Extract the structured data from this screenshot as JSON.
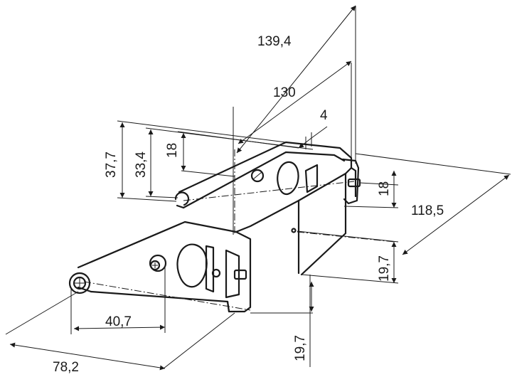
{
  "dimensions": [
    {
      "id": "overall-length",
      "label": "139,4"
    },
    {
      "id": "hole-spacing-length",
      "label": "130"
    },
    {
      "id": "offset",
      "label": "4"
    },
    {
      "id": "overall-height",
      "label": "37,7"
    },
    {
      "id": "arm-height",
      "label": "33,4"
    },
    {
      "id": "pin-height-left",
      "label": "18"
    },
    {
      "id": "pin-height-right",
      "label": "18"
    },
    {
      "id": "depth",
      "label": "118,5"
    },
    {
      "id": "base-offset-right",
      "label": "19,7"
    },
    {
      "id": "base-offset-bottom",
      "label": "19,7"
    },
    {
      "id": "arm-hole-offset",
      "label": "40,7"
    },
    {
      "id": "arm-length",
      "label": "78,2"
    }
  ]
}
